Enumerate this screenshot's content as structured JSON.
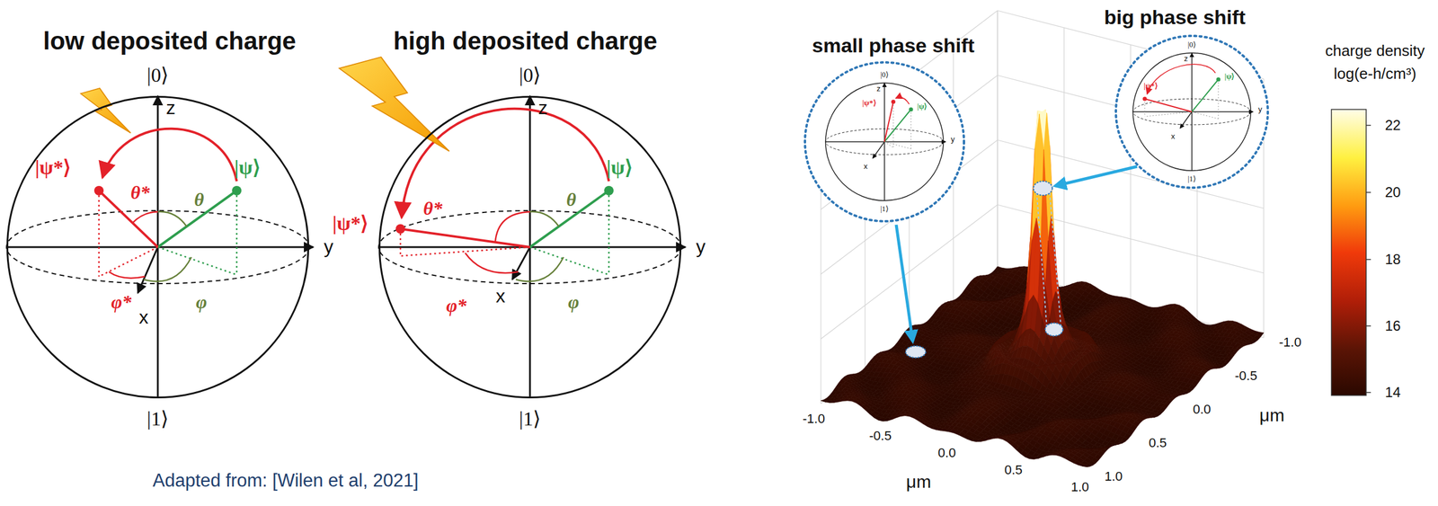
{
  "diagram": {
    "caption": "Adapted from: [Wilen et al, 2021]",
    "nodes": [
      {
        "text": [
          "low deposited charge"
        ]
      },
      {
        "text": [
          "high deposited charge"
        ]
      },
      {
        "text": [
          "small phase shift"
        ]
      },
      {
        "text": [
          "big phase shift"
        ]
      }
    ],
    "labels": [
      "|0⟩",
      "z",
      "|ψ*⟩",
      "θ*",
      "θ",
      "|ψ⟩",
      "y",
      "φ*",
      "x",
      "φ",
      "|1⟩",
      "|0⟩",
      "z",
      "|ψ*⟩",
      "θ*",
      "θ",
      "|ψ⟩",
      "y",
      "φ*",
      "x",
      "φ",
      "|1⟩",
      "|0⟩",
      "z",
      "|ψ*⟩",
      "|ψ⟩",
      "y",
      "x",
      "|1⟩",
      "|0⟩",
      "z",
      "|ψ*⟩",
      "|ψ⟩",
      "y",
      "x",
      "|1⟩",
      "charge density",
      "log(e-h/cm³)",
      "22",
      "20",
      "18",
      "16",
      "14",
      "-1.0",
      "-0.5",
      "0.0",
      "0.5",
      "1.0",
      "μm",
      "-1.0",
      "-0.5",
      "0.0",
      "0.5",
      "1.0",
      "μm"
    ]
  }
}
